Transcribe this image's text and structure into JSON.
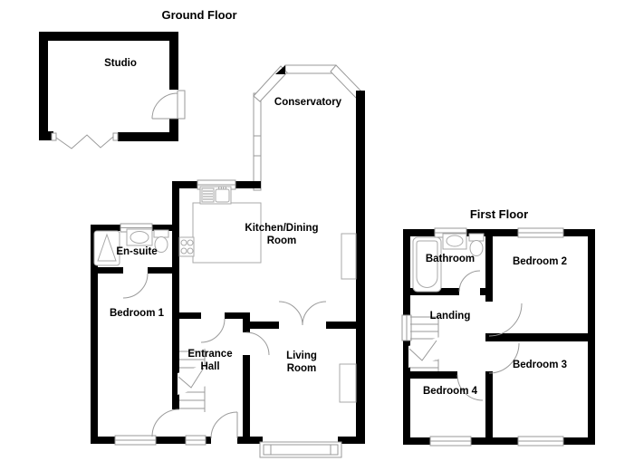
{
  "ground_floor": {
    "title": "Ground Floor",
    "rooms": {
      "studio": "Studio",
      "conservatory": "Conservatory",
      "kitchen_line1": "Kitchen/Dining",
      "kitchen_line2": "Room",
      "ensuite": "En-suite",
      "bedroom1": "Bedroom 1",
      "entrance_hall_line1": "Entrance",
      "entrance_hall_line2": "Hall",
      "living_room_line1": "Living",
      "living_room_line2": "Room"
    }
  },
  "first_floor": {
    "title": "First Floor",
    "rooms": {
      "bathroom": "Bathroom",
      "bedroom2": "Bedroom 2",
      "landing": "Landing",
      "bedroom3": "Bedroom 3",
      "bedroom4": "Bedroom 4"
    }
  },
  "colors": {
    "wall": "#000000",
    "glazing-stroke": "#9a9a9a",
    "fixture-stroke": "#aaaaaa",
    "text": "#000000",
    "background": "#ffffff"
  }
}
